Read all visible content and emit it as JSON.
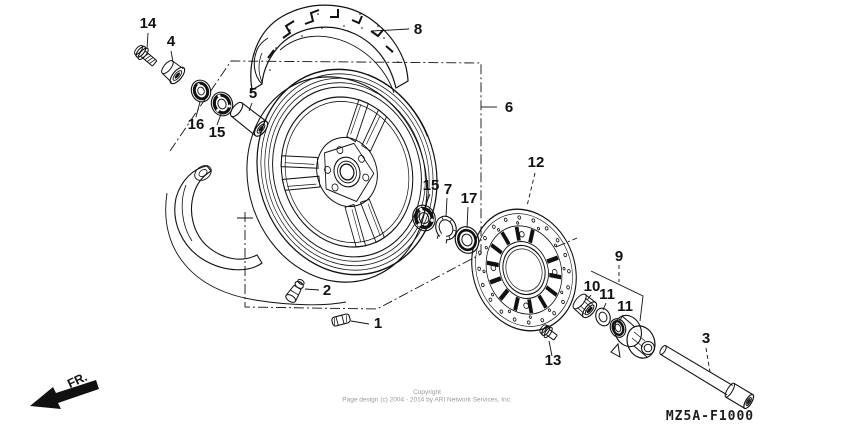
{
  "page": {
    "background": "#ffffff",
    "ink_color": "#111111",
    "muted_color": "#9a9a9a"
  },
  "diagram": {
    "figure_code": "MZ5A-F1000",
    "fr_label": "FR.",
    "copyright": {
      "line1": "Copyright",
      "line2": "Page design (c) 2004 - 2014 by ARI Network Services, Inc."
    },
    "callouts": [
      {
        "num": "14"
      },
      {
        "num": "4"
      },
      {
        "num": "8"
      },
      {
        "num": "5"
      },
      {
        "num": "16"
      },
      {
        "num": "15"
      },
      {
        "num": "6"
      },
      {
        "num": "12"
      },
      {
        "num": "15"
      },
      {
        "num": "7"
      },
      {
        "num": "17"
      },
      {
        "num": "2"
      },
      {
        "num": "1"
      },
      {
        "num": "9"
      },
      {
        "num": "10"
      },
      {
        "num": "11"
      },
      {
        "num": "11"
      },
      {
        "num": "13"
      },
      {
        "num": "3"
      }
    ]
  }
}
